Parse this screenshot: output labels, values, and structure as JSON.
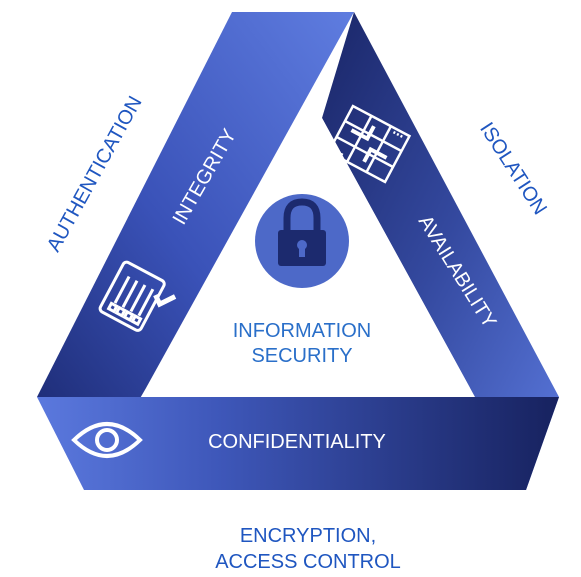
{
  "colors": {
    "band_light": "#5b79de",
    "band_dark": "#1c2a72",
    "label_blue": "#1f56c0",
    "center_text": "#2a6fc9",
    "icon_circle": "#4d69c8",
    "lock_body": "#1c2a6e"
  },
  "labels": {
    "integrity": "INTEGRITY",
    "availability": "AVAILABILITY",
    "confidentiality": "CONFIDENTIALITY",
    "center_line1": "INFORMATION",
    "center_line2": "SECURITY",
    "authentication": "AUTHENTICATION",
    "isolation": "ISOLATION",
    "encryption_line1": "ENCRYPTION,",
    "encryption_line2": "ACCESS CONTROL"
  },
  "icons": {
    "center": "padlock-icon",
    "integrity": "clipboard-checklist-icon",
    "availability": "server-grid-icon",
    "confidentiality": "eye-icon"
  }
}
